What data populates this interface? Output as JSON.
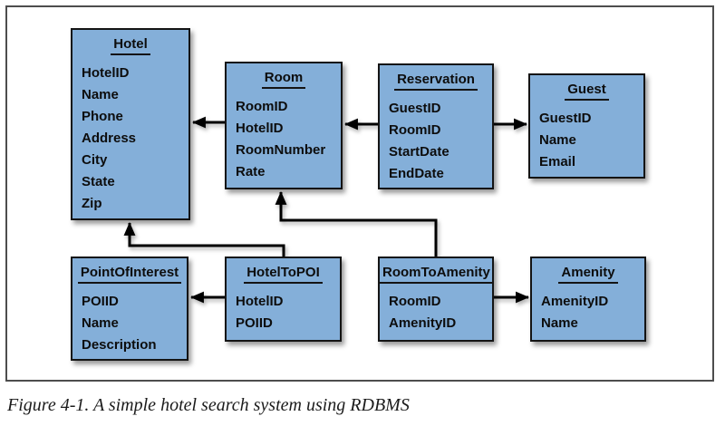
{
  "figure": {
    "caption": "Figure 4-1. A simple hotel search system using RDBMS"
  },
  "colors": {
    "entity_fill": "#84AFD9",
    "entity_border": "#141414",
    "frame_border": "#4d4d4d",
    "arrow_color": "#000000"
  },
  "entities": [
    {
      "name": "Hotel",
      "fields": [
        "HotelID",
        "Name",
        "Phone",
        "Address",
        "City",
        "State",
        "Zip"
      ]
    },
    {
      "name": "Room",
      "fields": [
        "RoomID",
        "HotelID",
        "RoomNumber",
        "Rate"
      ]
    },
    {
      "name": "Reservation",
      "fields": [
        "GuestID",
        "RoomID",
        "StartDate",
        "EndDate"
      ]
    },
    {
      "name": "Guest",
      "fields": [
        "GuestID",
        "Name",
        "Email"
      ]
    },
    {
      "name": "PointOfInterest",
      "fields": [
        "POIID",
        "Name",
        "Description"
      ]
    },
    {
      "name": "HotelToPOI",
      "fields": [
        "HotelID",
        "POIID"
      ]
    },
    {
      "name": "RoomToAmenity",
      "fields": [
        "RoomID",
        "AmenityID"
      ]
    },
    {
      "name": "Amenity",
      "fields": [
        "AmenityID",
        "Name"
      ]
    }
  ],
  "relationships": [
    {
      "from": "Room",
      "to": "Hotel"
    },
    {
      "from": "Reservation",
      "to": "Room"
    },
    {
      "from": "Reservation",
      "to": "Guest"
    },
    {
      "from": "HotelToPOI",
      "to": "Hotel"
    },
    {
      "from": "HotelToPOI",
      "to": "PointOfInterest"
    },
    {
      "from": "RoomToAmenity",
      "to": "Room"
    },
    {
      "from": "RoomToAmenity",
      "to": "Amenity"
    }
  ]
}
